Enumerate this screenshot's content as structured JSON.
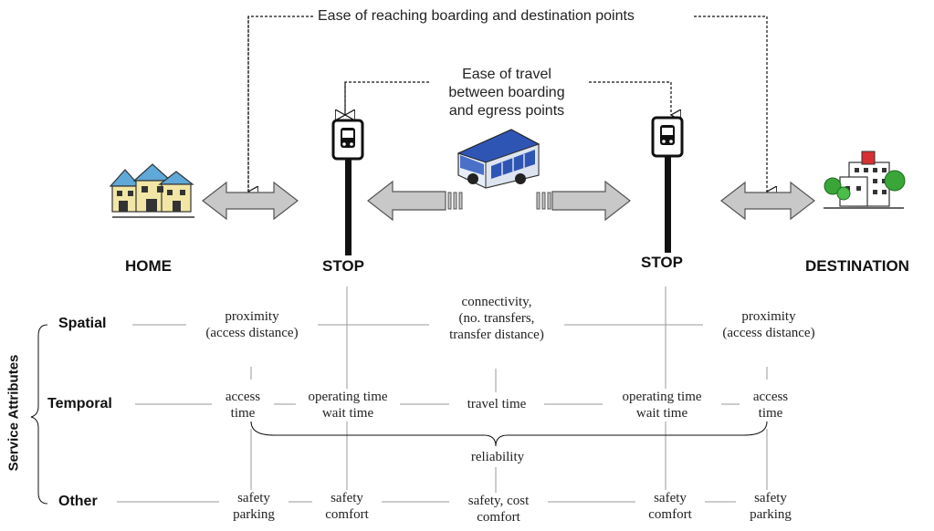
{
  "captions": {
    "reach": "Ease of reaching boarding and destination points",
    "travel": [
      "Ease of travel",
      "between boarding",
      "and egress points"
    ]
  },
  "nodes": {
    "home": "HOME",
    "stop_left": "STOP",
    "stop_right": "STOP",
    "destination": "DESTINATION"
  },
  "side_label": "Service Attributes",
  "rows": {
    "spatial": {
      "label": "Spatial",
      "cells": [
        [
          "proximity",
          "(access distance)"
        ],
        [
          "connectivity,",
          "(no. transfers,",
          "transfer distance)"
        ],
        [
          "proximity",
          "(access distance)"
        ]
      ]
    },
    "temporal": {
      "label": "Temporal",
      "cells": [
        [
          "access",
          "time"
        ],
        [
          "operating time",
          "wait time"
        ],
        [
          "travel time"
        ],
        [
          "operating time",
          "wait time"
        ],
        [
          "access",
          "time"
        ]
      ],
      "brace_label": "reliability"
    },
    "other": {
      "label": "Other",
      "cells": [
        [
          "safety",
          "parking"
        ],
        [
          "safety",
          "comfort"
        ],
        [
          "safety, cost",
          "comfort"
        ],
        [
          "safety",
          "comfort"
        ],
        [
          "safety",
          "parking"
        ]
      ]
    }
  },
  "icons": [
    "houses-icon",
    "bus-stop-sign-icon",
    "bus-icon",
    "bus-stop-sign-icon",
    "hospital-icon"
  ],
  "colors": {
    "arrow_fill": "#c8c8c8",
    "line": "#9a9a9a",
    "bus_blue": "#2f55b4"
  }
}
